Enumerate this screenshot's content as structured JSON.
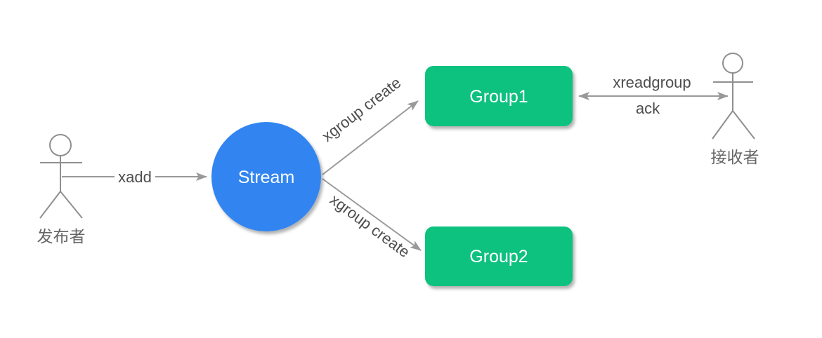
{
  "colors": {
    "background": "#ffffff",
    "stream_fill": "#3385f0",
    "group_fill": "#0ac17f",
    "node_text": "#ffffff",
    "edge_label_text": "#4d4d4d",
    "actor_label_text": "#666666",
    "arrow": "#999999",
    "actor_stroke": "#8f8f8f"
  },
  "actors": {
    "publisher": {
      "label": "发布者"
    },
    "receiver": {
      "label": "接收者"
    }
  },
  "nodes": {
    "stream": {
      "label": "Stream",
      "shape": "circle"
    },
    "group1": {
      "label": "Group1",
      "shape": "rounded-rect"
    },
    "group2": {
      "label": "Group2",
      "shape": "rounded-rect"
    }
  },
  "edges": {
    "xadd": {
      "label": "xadd",
      "from": "发布者",
      "to": "Stream"
    },
    "xgroup_create_top": {
      "label": "xgroup create",
      "from": "Stream",
      "to": "Group1"
    },
    "xgroup_create_bottom": {
      "label": "xgroup create",
      "from": "Stream",
      "to": "Group2"
    },
    "xreadgroup_ack": {
      "label": "xreadgroup",
      "label2": "ack",
      "from": "Group1",
      "to": "接收者"
    }
  }
}
